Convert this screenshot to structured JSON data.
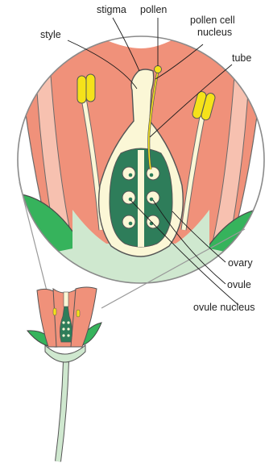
{
  "labels": {
    "stigma": "stigma",
    "pollen": "pollen",
    "pollen_cell_line1": "pollen cell",
    "pollen_cell_line2": "nucleus",
    "style": "style",
    "tube": "tube",
    "ovary": "ovary",
    "ovule": "ovule",
    "ovule_nucleus": "ovule nucleus"
  },
  "colors": {
    "petal": "#f0917a",
    "petal_light": "#f7c1b0",
    "pistil": "#fbf7d6",
    "ovary_green": "#2e7d5a",
    "ovule_white": "#fbf7d6",
    "sepal_green": "#36b35c",
    "receptacle": "#cfe8cf",
    "anther_yellow": "#f5e21a",
    "outline": "#555555"
  }
}
